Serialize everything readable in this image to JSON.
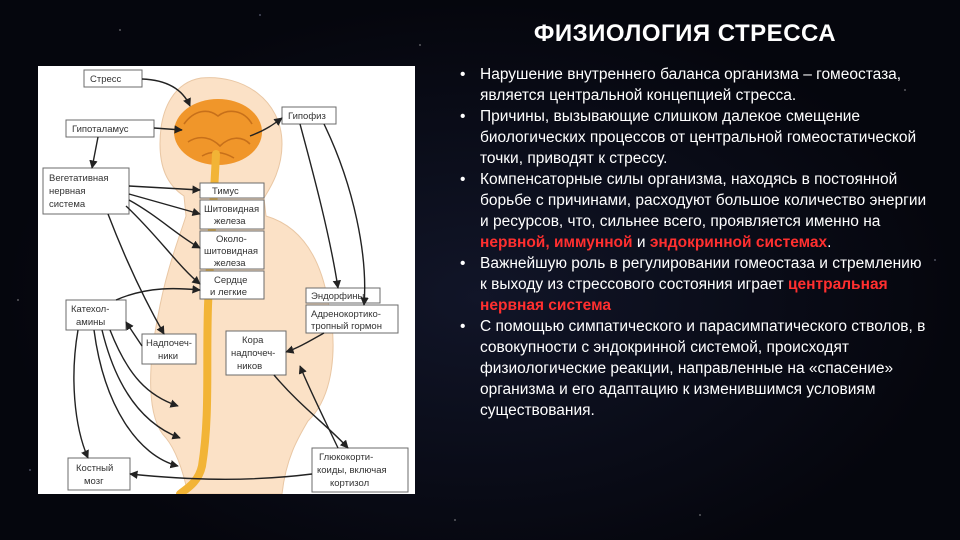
{
  "slide": {
    "title": "ФИЗИОЛОГИЯ СТРЕССА",
    "colors": {
      "background": "#05060d",
      "text": "#ffffff",
      "highlight": "#ff2f2f",
      "body_fill": "#fbe1c6",
      "nerve": "#f2b436",
      "brain": "#f0962a"
    }
  },
  "diagram": {
    "labels": {
      "stress": "Стресс",
      "hypothalamus": "Гипоталамус",
      "pituitary": "Гипофиз",
      "ans_1": "Вегетативная",
      "ans_2": "нервная",
      "ans_3": "система",
      "thymus": "Тимус",
      "thyroid_1": "Шитовидная",
      "thyroid_2": "железа",
      "parathyroid_1": "Около-",
      "parathyroid_2": "шитовидная",
      "parathyroid_3": "железа",
      "heart_1": "Сердце",
      "heart_2": "и легкие",
      "endorphins": "Эндорфины",
      "acth_1": "Адренокортико-",
      "acth_2": "тропный гормон",
      "catechol_1": "Катехол-",
      "catechol_2": "амины",
      "adrenal_1": "Надпочеч-",
      "adrenal_2": "ники",
      "cortex_1": "Кора",
      "cortex_2": "надпочеч-",
      "cortex_3": "ников",
      "marrow_1": "Костный",
      "marrow_2": "мозг",
      "gluco_1": "Глюкокорти-",
      "gluco_2": "коиды, включая",
      "gluco_3": "кортизол"
    }
  },
  "bullets": {
    "b1": "Нарушение внутреннего баланса организма – гомеостаза, является центральной концепцией стресса.",
    "b2": "Причины, вызывающие слишком далекое смещение биологических процессов от центральной гомеостатической точки, приводят к стрессу.",
    "b3_pre": "Компенсаторные силы организма, находясь в постоянной борьбе с причинами, расходуют большое количество энергии и ресурсов, что, сильнее всего, проявляется именно на ",
    "b3_hl1": "нервной, иммунной",
    "b3_mid": " и ",
    "b3_hl2": "эндокринной системах",
    "b3_end": ".",
    "b4_pre": "Важнейшую роль в регулировании гомеостаза и стремлению к выходу из стрессового состояния играет ",
    "b4_hl": "центральная нервная система",
    "b5": "С помощью симпатического и парасимпатического стволов, в совокупности с эндокринной системой, происходят физиологические реакции, направленные на «спасение» организма и его адаптацию к изменившимся условиям существования."
  }
}
